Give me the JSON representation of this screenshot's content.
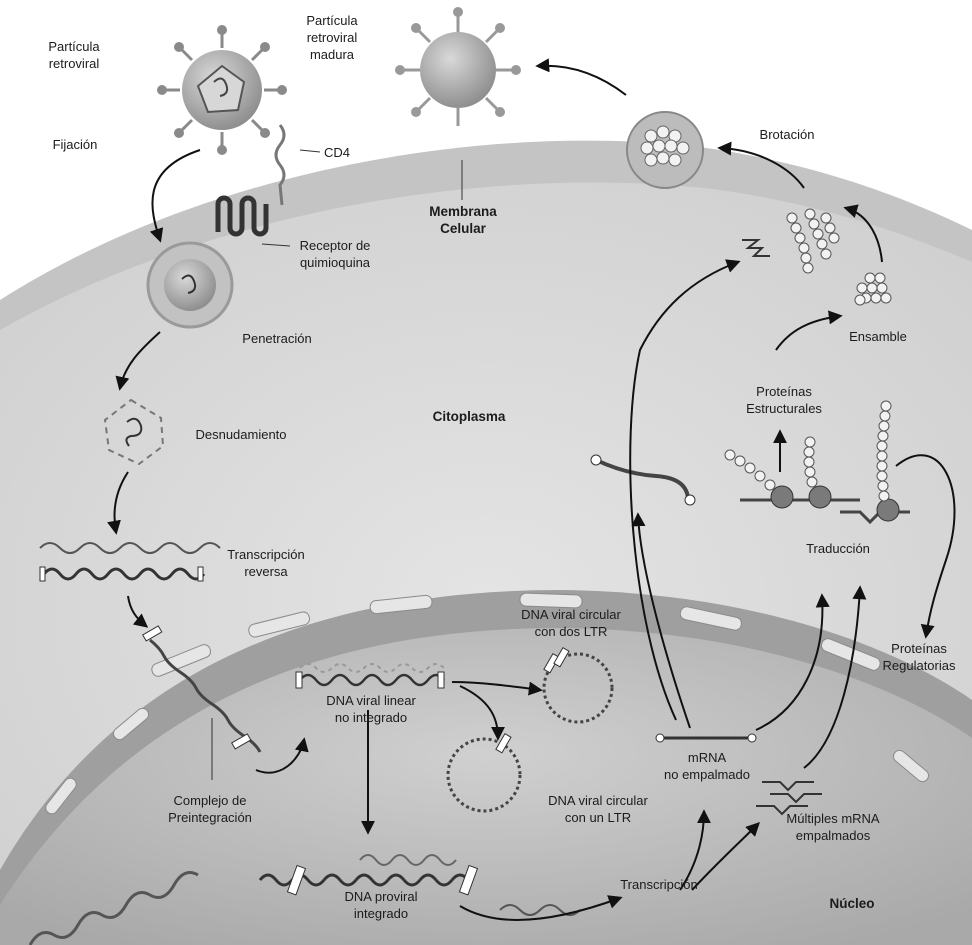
{
  "labels": {
    "particula_retroviral": "Partícula\nretroviral",
    "particula_madura": "Partícula\nretroviral\nmadura",
    "fijacion": "Fijación",
    "cd4": "CD4",
    "receptor": "Receptor de\nquimioquina",
    "membrana": "Membrana\nCelular",
    "brotacion": "Brotación",
    "penetracion": "Penetración",
    "ensamble": "Ensamble",
    "citoplasma": "Citoplasma",
    "desnudamiento": "Desnudamiento",
    "proteinas_estructurales": "Proteínas\nEstructurales",
    "transcripcion_reversa": "Transcripción\nreversa",
    "traduccion": "Traducción",
    "dna_circular_dos": "DNA viral circular\ncon dos LTR",
    "proteinas_regulatorias": "Proteínas\nRegulatorias",
    "dna_linear": "DNA viral linear\nno integrado",
    "mrna_no_empalmado": "mRNA\nno empalmado",
    "complejo": "Complejo de\nPreintegración",
    "dna_circular_un": "DNA viral circular\ncon un LTR",
    "multiples_mrna": "Múltiples mRNA\nempalmados",
    "dna_proviral": "DNA proviral\nintegrado",
    "transcripcion": "Transcripción",
    "nucleo": "Núcleo"
  },
  "colors": {
    "membrane": "#c9c9c9",
    "cytoplasm": "#dcdcdc",
    "nucleus": "#bdbdbd",
    "virus": "#9a9a9a",
    "arrow": "#111111"
  }
}
